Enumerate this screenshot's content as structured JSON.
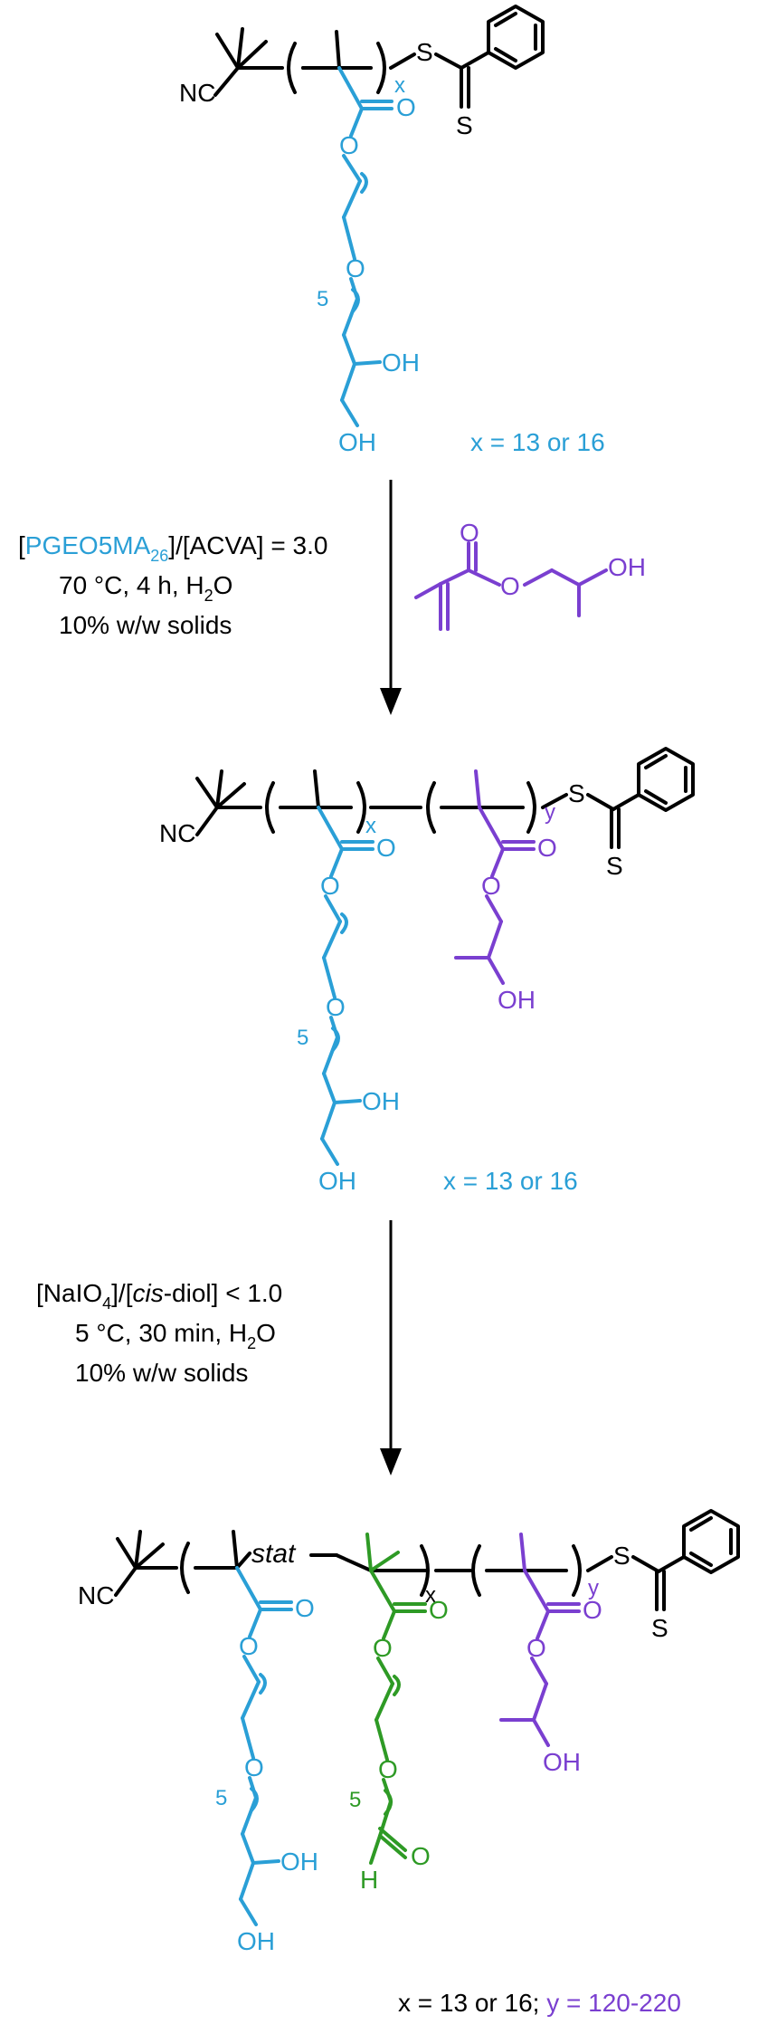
{
  "colors": {
    "black": "#000000",
    "blue": "#2a9fd6",
    "purple": "#7a3fd0",
    "green": "#2e9a25"
  },
  "atoms": {
    "S": "S",
    "O": "O",
    "OH": "OH",
    "NC": "NC",
    "H": "H",
    "sub_x": "x",
    "sub_y": "y",
    "sub_5": "5",
    "stat": "stat"
  },
  "structure1": {
    "caption": "x = 13 or 16"
  },
  "step1": {
    "cond_line1_prefix": "[",
    "cond_line1_blue": "PGEO5MA",
    "cond_line1_sub": "26",
    "cond_line1_suffix": "]/[ACVA] = 3.0",
    "cond_line2": "70 °C, 4 h, H",
    "cond_line2_sub": "2",
    "cond_line2_end": "O",
    "cond_line3": "10% w/w solids"
  },
  "structure2": {
    "caption": "x = 13 or 16"
  },
  "step2": {
    "cond_line1_a": "[NaIO",
    "cond_line1_sub": "4",
    "cond_line1_b": "]/[",
    "cond_line1_italic": "cis",
    "cond_line1_c": "-diol] < 1.0",
    "cond_line2": "5 °C, 30 min, H",
    "cond_line2_sub": "2",
    "cond_line2_end": "O",
    "cond_line3": "10% w/w solids"
  },
  "structure3": {
    "caption_black": "x = 13 or 16; ",
    "caption_purple": "y = 120-220"
  }
}
